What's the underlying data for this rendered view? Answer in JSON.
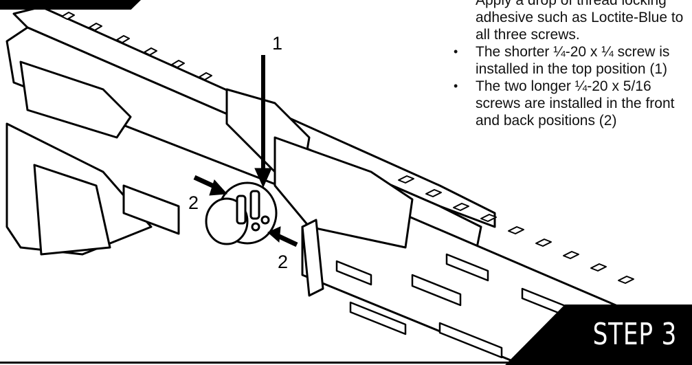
{
  "instructions": {
    "intro": "Apply a drop of thread locking adhesive such as Loctite-Blue to all three screws.",
    "bullets": [
      "The shorter ¼-20 x ¼ screw is installed in the top position (1)",
      "The two longer ¼-20 x 5/16 screws are installed in the front and back positions (2)"
    ],
    "bullet_symbol": "•"
  },
  "callouts": {
    "top": "1",
    "left": "2",
    "bottom": "2"
  },
  "step": {
    "label": "STEP 3"
  }
}
